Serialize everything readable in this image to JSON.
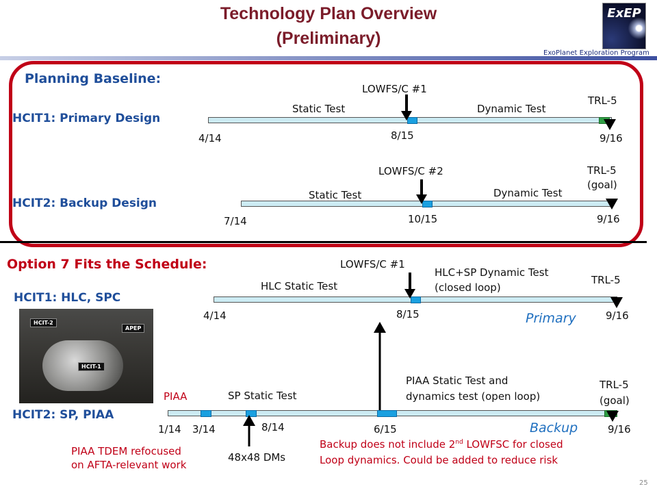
{
  "slide": {
    "title_line1": "Technology Plan Overview",
    "title_line2": "(Preliminary)",
    "logo_text": "ExEP",
    "program": "ExoPlanet Exploration Program",
    "page_number": "25"
  },
  "baseline": {
    "heading": "Planning Baseline:",
    "primary": {
      "label": "HCIT1: Primary Design",
      "start": "4/14",
      "mid": "8/15",
      "end": "9/16",
      "milestone": "LOWFS/C #1",
      "phase1": "Static Test",
      "phase2": "Dynamic Test",
      "trl": "TRL-5"
    },
    "backup": {
      "label": "HCIT2: Backup Design",
      "start": "7/14",
      "mid": "10/15",
      "end": "9/16",
      "milestone": "LOWFS/C #2",
      "phase1": "Static Test",
      "phase2": "Dynamic Test",
      "trl_line1": "TRL-5",
      "trl_line2": "(goal)"
    }
  },
  "option7": {
    "heading": "Option 7 Fits the Schedule:",
    "hcit1_label": "HCIT1: HLC, SPC",
    "hcit2_label": "HCIT2: SP, PIAA",
    "photo_tags": [
      "HCIT-2",
      "APEP",
      "HCIT-1"
    ],
    "primary": {
      "start": "4/14",
      "mid": "8/15",
      "end": "9/16",
      "milestone": "LOWFS/C #1",
      "phase1": "HLC Static Test",
      "phase2_line1": "HLC+SP Dynamic Test",
      "phase2_line2": "(closed loop)",
      "trl": "TRL-5",
      "tag": "Primary"
    },
    "backup": {
      "piaa": "PIAA",
      "d1": "1/14",
      "d2": "3/14",
      "d3": "8/14",
      "d4": "6/15",
      "end": "9/16",
      "phase1": "SP Static Test",
      "phase2_line1": "PIAA Static Test and",
      "phase2_line2": "dynamics test (open loop)",
      "trl_line1": "TRL-5",
      "trl_line2": "(goal)",
      "tag": "Backup",
      "note_piaa_line1": "PIAA TDEM refocused",
      "note_piaa_line2": "on AFTA-relevant work",
      "note_dms": "48x48 DMs",
      "note_backup_pre": "Backup does not include 2",
      "note_backup_sup": "nd",
      "note_backup_post": " LOWFSC for closed",
      "note_backup_line2": "Loop dynamics.  Could be added to reduce risk"
    }
  },
  "colors": {
    "title": "#7b1c2a",
    "heading": "#1f4e9a",
    "box": "#c00017",
    "bar_fill": "#ccebf3",
    "milestone": "#1aa0e0",
    "trl_marker": "#2f9e44",
    "note_red": "#c00017"
  }
}
